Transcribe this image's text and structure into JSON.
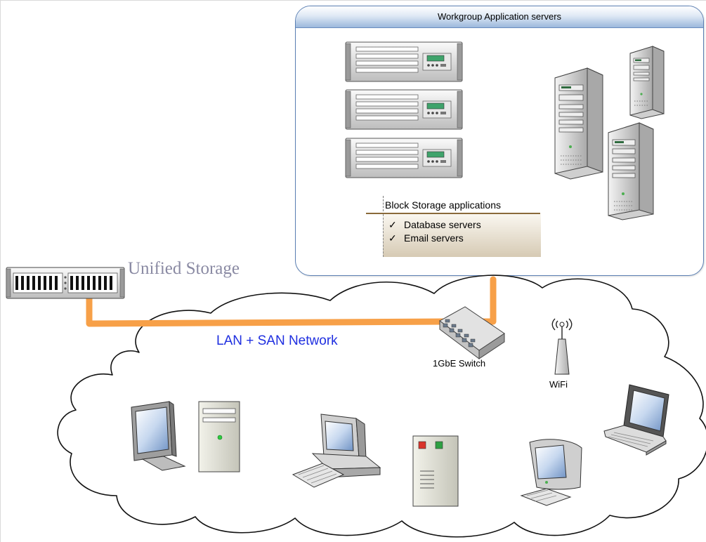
{
  "group": {
    "title": "Workgroup Application servers"
  },
  "storage": {
    "label": "Unified Storage"
  },
  "network": {
    "label": "LAN + SAN Network"
  },
  "switch": {
    "label": "1GbE Switch"
  },
  "wifi": {
    "label": "WiFi"
  },
  "block_storage": {
    "title": "Block Storage applications",
    "items": [
      {
        "check": "✓",
        "label": "Database servers"
      },
      {
        "check": "✓",
        "label": "Email servers"
      }
    ]
  },
  "colors": {
    "link": "#f7a048",
    "header_blue": "#9cb8dc",
    "network_text": "#1f2fe0",
    "storage_text": "#8a8aa3"
  },
  "icons": [
    "rack-server-icon",
    "tower-server-icon",
    "storage-array-icon",
    "network-switch-icon",
    "wifi-antenna-icon",
    "lcd-monitor-icon",
    "desktop-tower-icon",
    "desktop-pc-icon",
    "server-cabinet-icon",
    "imac-icon",
    "laptop-icon"
  ]
}
